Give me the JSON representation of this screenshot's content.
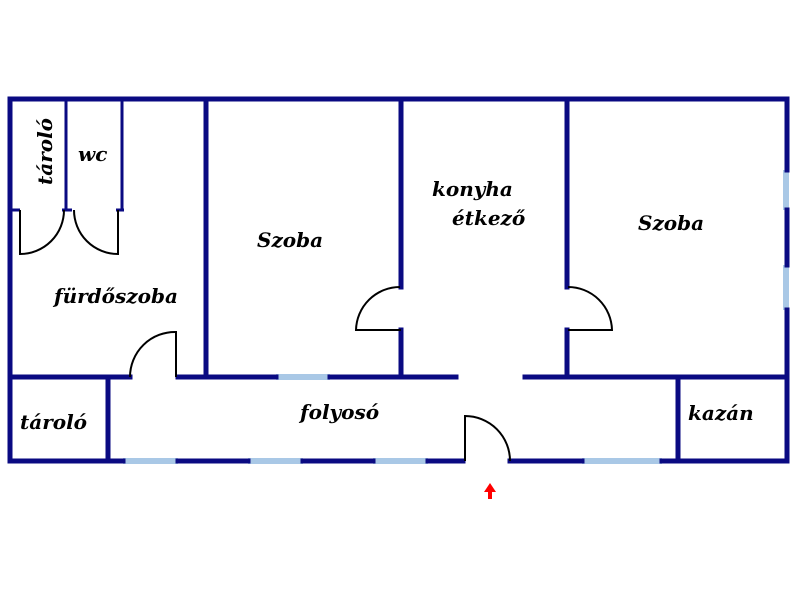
{
  "rooms": {
    "storage_top": "tároló",
    "wc": "wc",
    "bathroom": "fürdőszoba",
    "room_left": "Szoba",
    "kitchen_line1": "konyha",
    "kitchen_line2": "étkező",
    "room_right": "Szoba",
    "storage_bottom": "tároló",
    "corridor": "folyosó",
    "boiler": "kazán"
  },
  "colors": {
    "wall": "#0a0a82",
    "window": "#a9c8e6",
    "door": "#000000",
    "entrance_arrow": "#ff0000"
  },
  "icons": {
    "entrance": "entrance-arrow-icon"
  }
}
